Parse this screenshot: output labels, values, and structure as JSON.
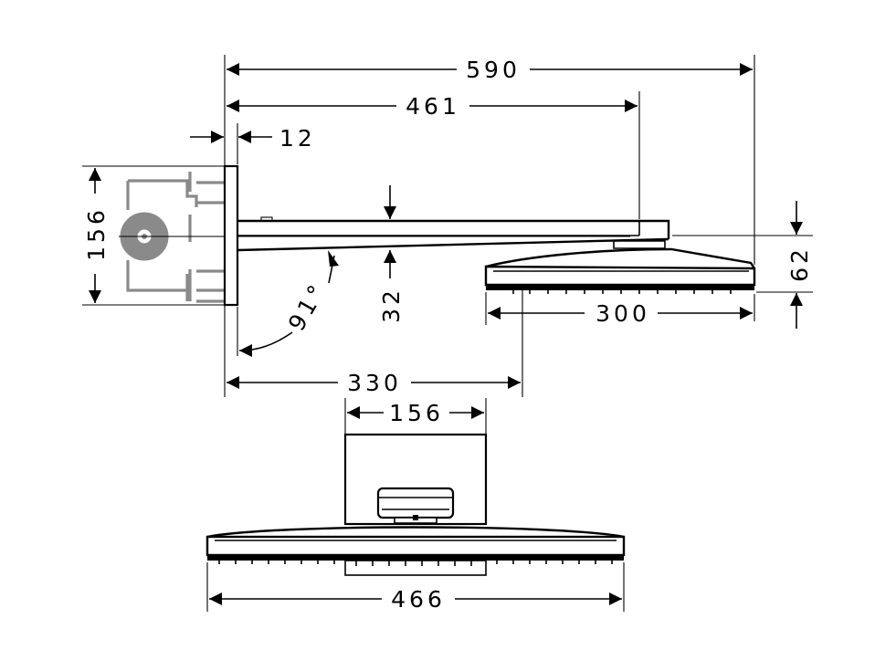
{
  "dimensions": {
    "total_length": "590",
    "arm_length": "461",
    "wall_plate_thickness": "12",
    "box_height": "156",
    "arm_drop": "32",
    "head_height": "62",
    "head_depth": "300",
    "head_projection": "330",
    "front_arm_width": "156",
    "head_width": "466",
    "angle": "91°"
  },
  "colors": {
    "line": "#000000",
    "concealed_body": "#8a8a8a",
    "background": "#ffffff"
  }
}
